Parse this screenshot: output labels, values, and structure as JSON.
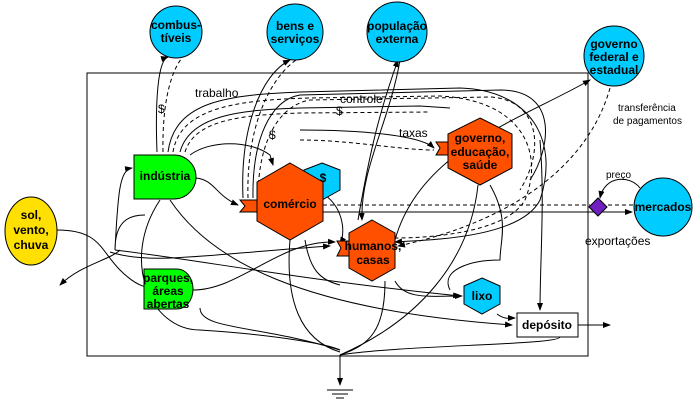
{
  "colors": {
    "source": "#00ccff",
    "producer": "#00ff00",
    "consumer": "#ff5000",
    "sun": "#ffe000",
    "exchange": "#7020c0"
  },
  "sources": {
    "fuel": [
      "combus-",
      "tíveis"
    ],
    "goods": [
      "bens e",
      "serviços"
    ],
    "population": [
      "população",
      "externa"
    ],
    "government": [
      "governo",
      "federal e",
      "estadual"
    ],
    "markets": "mercados",
    "sun": [
      "sol,",
      "vento,",
      "chuva"
    ]
  },
  "nodes": {
    "industry": "indústria",
    "commerce": "comércio",
    "money": "$",
    "gov": [
      "governo,",
      "educação,",
      "saúde"
    ],
    "humans": [
      "humanos,",
      "casas"
    ],
    "parks": [
      "parques,",
      "áreas",
      "abertas"
    ],
    "trash": "lixo",
    "deposit": "depósito"
  },
  "labels": {
    "work": "trabalho",
    "control": "controle",
    "dollar": "$",
    "taxes": "taxas",
    "transfer": [
      "transferência",
      "de pagamentos"
    ],
    "price": "preço",
    "exports": "exportações"
  }
}
